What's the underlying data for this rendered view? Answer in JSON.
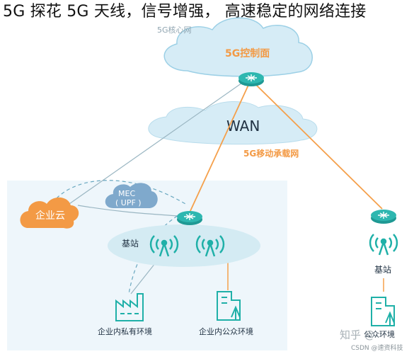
{
  "title": "5G 探花 5G 天线，信号增强， 高速稳定的网络连接",
  "diagram": {
    "core_network_label": "5G核心网",
    "control_plane_label": "5G控制面",
    "wan_label": "WAN",
    "bearer_network_label": "5G移动承载网",
    "enterprise_cloud_label": "企业云",
    "mec_label": "MEC",
    "upf_label": "( UPF )",
    "base_station_left_label": "基站",
    "base_station_right_label": "基站",
    "private_env_label": "企业内私有环境",
    "public_env_label": "企业内公众环境",
    "public_env_right_label": "公众环境"
  },
  "watermark": {
    "zhihu": "知乎 @",
    "csdn": "CSDN @速资科技"
  },
  "colors": {
    "cloud_fill": "#d6ecf6",
    "cloud_stroke": "#9cd0e6",
    "orange": "#f5a04b",
    "enterprise_cloud": "#f39a45",
    "router": "#2eb7b0",
    "antenna": "#1fb0a8",
    "enterprise_zone": "#eef6fb",
    "link_gray": "#9ab6c2"
  }
}
